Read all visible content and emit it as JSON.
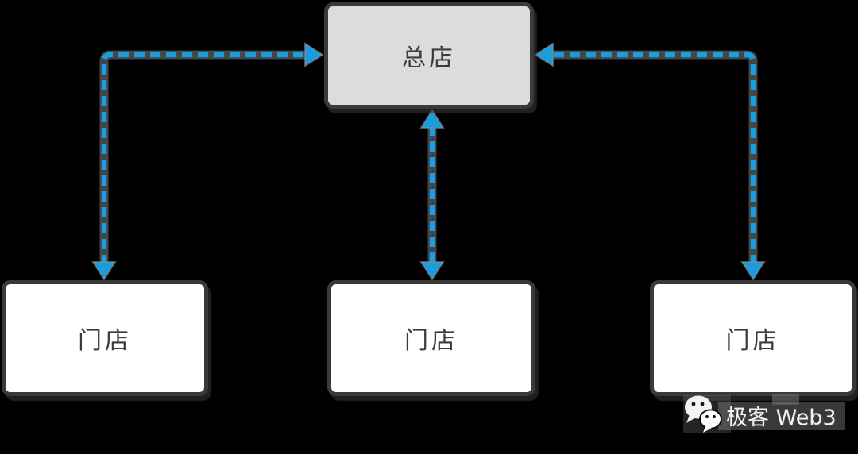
{
  "background_color": "#000000",
  "diagram": {
    "type": "flowchart",
    "description": "Hub-and-spoke topology: one headquarters node on top connected by dashed bidirectional blue arrows to three branch store nodes below",
    "nodes": [
      {
        "id": "headquarters",
        "label": "总店",
        "fill": "#dcdcdc",
        "border": "#3a3a3a",
        "text_color": "#3c3c3c"
      },
      {
        "id": "branch-left",
        "label": "门店",
        "fill": "#ffffff",
        "border": "#3a3a3a",
        "text_color": "#3c3c3c"
      },
      {
        "id": "branch-middle",
        "label": "门店",
        "fill": "#ffffff",
        "border": "#3a3a3a",
        "text_color": "#3c3c3c"
      },
      {
        "id": "branch-right",
        "label": "门店",
        "fill": "#ffffff",
        "border": "#3a3a3a",
        "text_color": "#3c3c3c"
      }
    ],
    "connectors": [
      {
        "id": "left",
        "from": "branch-left",
        "to": "headquarters",
        "style": "dashed",
        "arrows": "both",
        "color": "#1a9ce0"
      },
      {
        "id": "middle",
        "from": "branch-middle",
        "to": "headquarters",
        "style": "dashed",
        "arrows": "both",
        "color": "#1a9ce0"
      },
      {
        "id": "right",
        "from": "branch-right",
        "to": "headquarters",
        "style": "dashed",
        "arrows": "both",
        "color": "#1a9ce0"
      }
    ],
    "colors": {
      "arrow_blue": "#1a9ce0",
      "arrow_casing_gray": "#8a8a8a",
      "node_border": "#3a3a3a",
      "head_fill": "#dcdcdc",
      "branch_fill": "#ffffff",
      "canvas_background": "#000000"
    }
  },
  "watermark": {
    "icon": "wechat-icon",
    "text": "极客 Web3"
  }
}
